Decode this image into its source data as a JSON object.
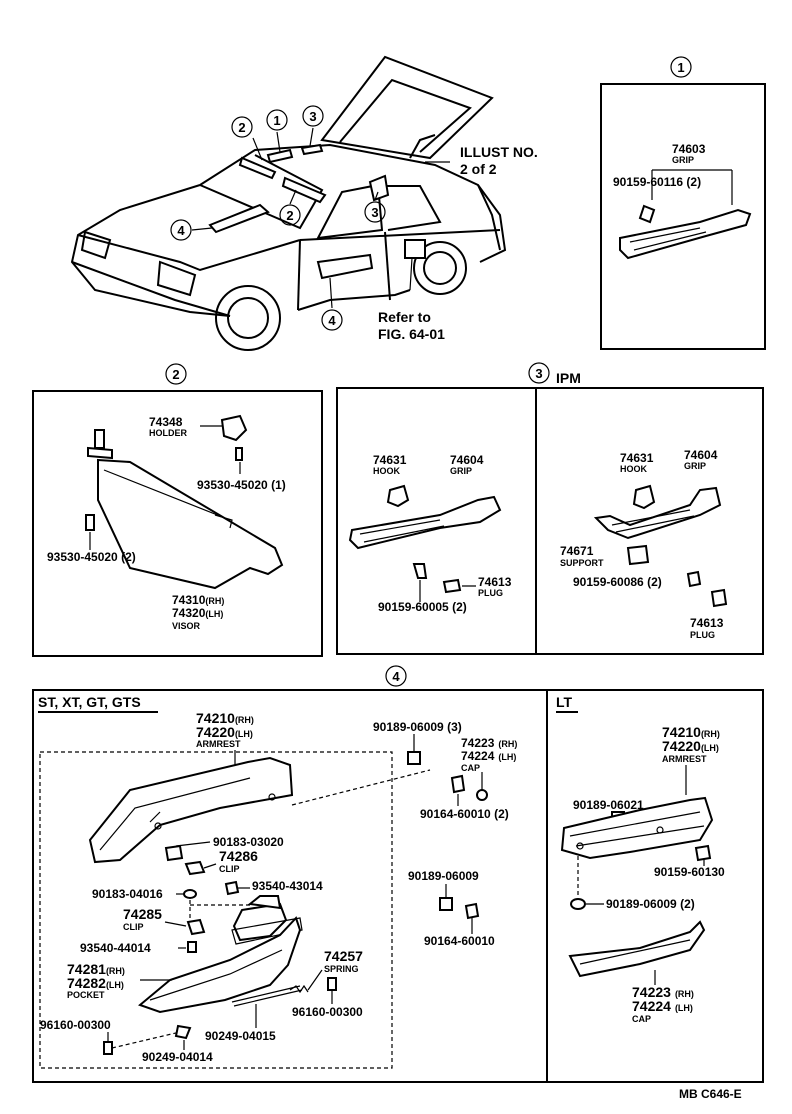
{
  "main_view": {
    "illust_no_line1": "ILLUST NO.",
    "illust_no_line2": "2 of 2",
    "refer_line1": "Refer to",
    "refer_line2": "FIG. 64-01",
    "callouts": [
      "2",
      "1",
      "3",
      "2",
      "3",
      "4",
      "4"
    ]
  },
  "section1": {
    "number": "1",
    "grip_no": "74603",
    "grip_name": "GRIP",
    "screw": "90159-60116 (2)"
  },
  "section2": {
    "number": "2",
    "holder_no": "74348",
    "holder_name": "HOLDER",
    "screw_a": "93530-45020 (1)",
    "screw_b": "93530-45020 (2)",
    "visor_rh": "74310",
    "visor_rh_tag": "(RH)",
    "visor_lh": "74320",
    "visor_lh_tag": "(LH)",
    "visor_name": "VISOR"
  },
  "section3": {
    "number": "3",
    "suffix": "IPM",
    "left": {
      "hook_no": "74631",
      "hook_name": "HOOK",
      "grip_no": "74604",
      "grip_name": "GRIP",
      "plug_no": "74613",
      "plug_name": "PLUG",
      "screw": "90159-60005 (2)"
    },
    "right": {
      "hook_no": "74631",
      "hook_name": "HOOK",
      "grip_no": "74604",
      "grip_name": "GRIP",
      "support_no": "74671",
      "support_name": "SUPPORT",
      "screw": "90159-60086 (2)",
      "plug_no": "74613",
      "plug_name": "PLUG"
    }
  },
  "section4": {
    "number": "4",
    "left": {
      "title": "ST, XT, GT, GTS",
      "armrest_rh": "74210",
      "armrest_rh_tag": "(RH)",
      "armrest_lh": "74220",
      "armrest_lh_tag": "(LH)",
      "armrest_name": "ARMREST",
      "screw_top": "90189-06009 (3)",
      "cap_rh": "74223",
      "cap_rh_tag": "(RH)",
      "cap_lh": "74224",
      "cap_lh_tag": "(LH)",
      "cap_name": "CAP",
      "screw_cap": "90164-60010 (2)",
      "p90183_03020": "90183-03020",
      "clip_a_no": "74286",
      "clip_a_name": "CLIP",
      "p93540_43014": "93540-43014",
      "p90183_04016": "90183-04016",
      "clip_b_no": "74285",
      "clip_b_name": "CLIP",
      "p93540_44014": "93540-44014",
      "pocket_rh": "74281",
      "pocket_rh_tag": "(RH)",
      "pocket_lh": "74282",
      "pocket_lh_tag": "(LH)",
      "pocket_name": "POCKET",
      "spring_no": "74257",
      "spring_name": "SPRING",
      "p96160_right": "96160-00300",
      "p96160_left": "96160-00300",
      "p90249_04015": "90249-04015",
      "p90249_04014": "90249-04014",
      "p90189_06009": "90189-06009",
      "p90164_60010": "90164-60010"
    },
    "right": {
      "title": "LT",
      "armrest_rh": "74210",
      "armrest_rh_tag": "(RH)",
      "armrest_lh": "74220",
      "armrest_lh_tag": "(LH)",
      "armrest_name": "ARMREST",
      "p90189_06021": "90189-06021",
      "p90159_60130": "90159-60130",
      "p90189_06009": "90189-06009 (2)",
      "cap_rh": "74223",
      "cap_rh_tag": "(RH)",
      "cap_lh": "74224",
      "cap_lh_tag": "(LH)",
      "cap_name": "CAP"
    }
  },
  "footer_code": "MB  C646-E"
}
